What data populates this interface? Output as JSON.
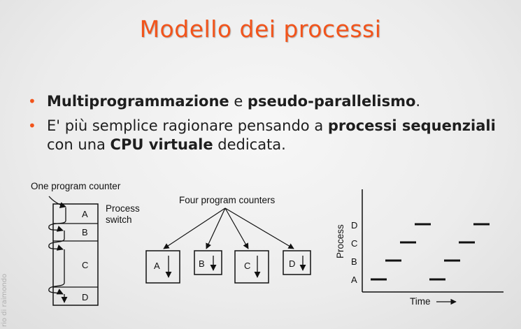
{
  "slide": {
    "title": "Modello dei processi",
    "bullets": [
      {
        "parts": [
          {
            "text": "Multiprogrammazione",
            "bold": true
          },
          {
            "text": " e ",
            "bold": false
          },
          {
            "text": "pseudo-parallelismo",
            "bold": true
          },
          {
            "text": ".",
            "bold": false
          }
        ]
      },
      {
        "parts": [
          {
            "text": "E' più semplice ragionare pensando a ",
            "bold": false
          },
          {
            "text": "processi sequenziali",
            "bold": true
          },
          {
            "text": " con una ",
            "bold": false
          },
          {
            "text": "CPU virtuale",
            "bold": true
          },
          {
            "text": " dedicata.",
            "bold": false
          }
        ]
      }
    ],
    "watermark": "rio di raimondo"
  },
  "diagram_a": {
    "label_counter": "One program counter",
    "label_switch_1": "Process",
    "label_switch_2": "switch",
    "blocks": [
      "A",
      "B",
      "C",
      "D"
    ]
  },
  "diagram_b": {
    "label": "Four program counters",
    "boxes": [
      "A",
      "B",
      "C",
      "D"
    ]
  },
  "diagram_c": {
    "ylabel": "Process",
    "xlabel": "Time",
    "rows": [
      "D",
      "C",
      "B",
      "A"
    ]
  },
  "colors": {
    "accent": "#f2541b",
    "text": "#1e1e1e"
  }
}
